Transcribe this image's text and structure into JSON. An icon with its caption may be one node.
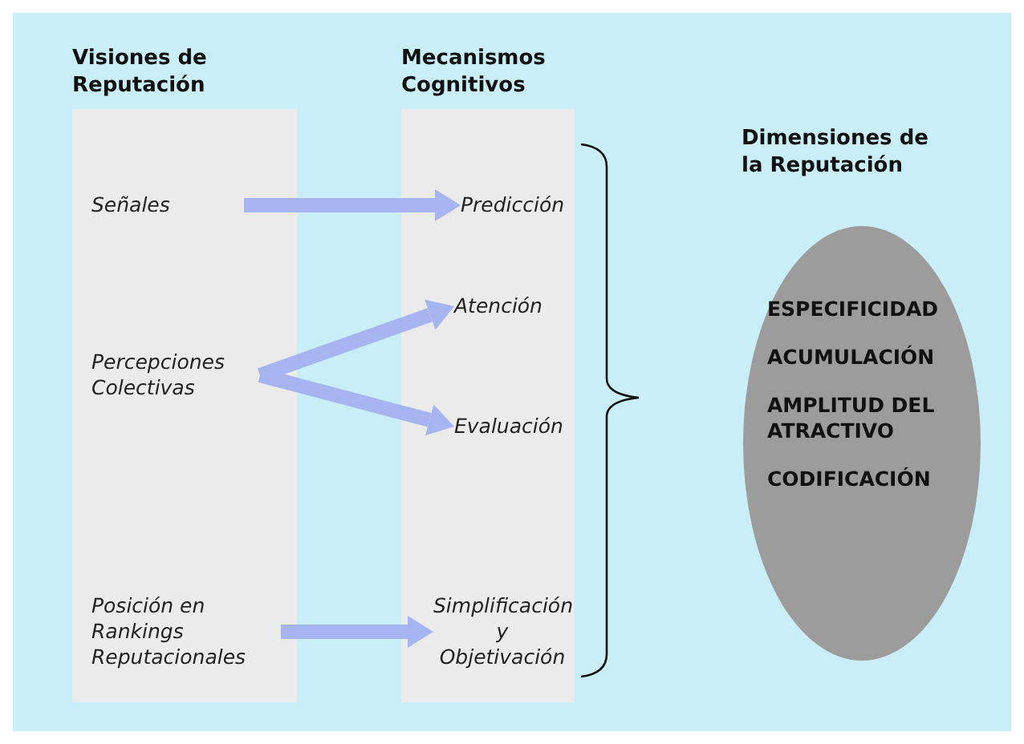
{
  "diagram": {
    "nodes": [
      {
        "text": [
          "Visiones de Reputación"
        ]
      },
      {
        "text": [
          "Señales"
        ],
        "in": 0
      },
      {
        "text": [
          "Percepciones Colectivas"
        ],
        "in": 0
      },
      {
        "text": [
          "Posición en Rankings Reputacionales"
        ],
        "in": 0
      },
      {
        "text": [
          "Mecanismos Cognitivos"
        ]
      },
      {
        "text": [
          "Predicción"
        ],
        "in": 4
      },
      {
        "text": [
          "Atención"
        ],
        "in": 4
      },
      {
        "text": [
          "Evaluación"
        ],
        "in": 4
      },
      {
        "text": [
          "Simplificación y Objetivación"
        ],
        "in": 4
      },
      {
        "text": [
          "Dimensiones de la Reputación",
          "ESPECIFICIDAD",
          "ACUMULACIÓN",
          "AMPLITUD DEL ATRACTIVO",
          "CODIFICACIÓN"
        ]
      }
    ],
    "edges": [
      {
        "from": 1,
        "to": 5,
        "arrow": "to"
      },
      {
        "from": 2,
        "to": 6,
        "arrow": "to"
      },
      {
        "from": 2,
        "to": 7,
        "arrow": "to"
      },
      {
        "from": 3,
        "to": 8,
        "arrow": "to"
      }
    ]
  }
}
